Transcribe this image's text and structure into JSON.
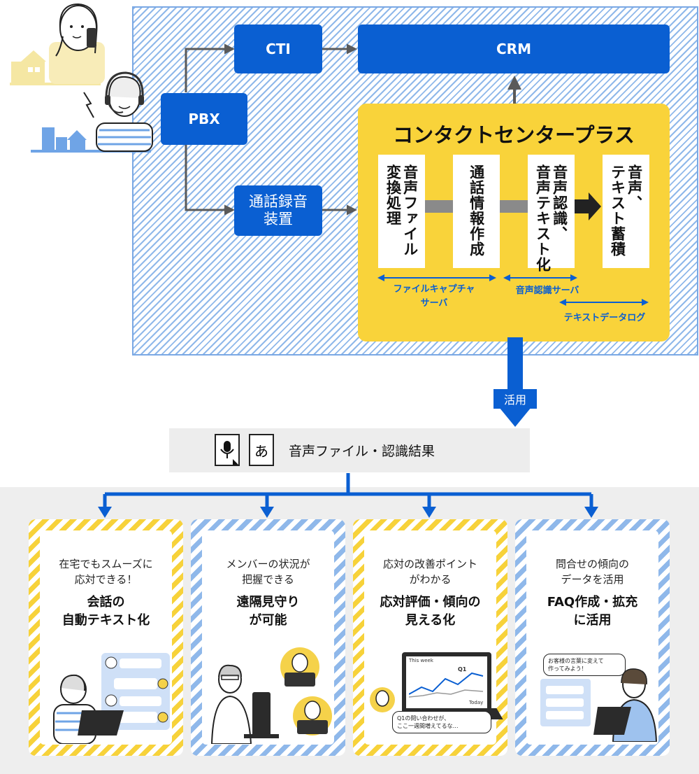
{
  "system": {
    "cti_label": "CTI",
    "crm_label": "CRM",
    "pbx_label": "PBX",
    "recorder_label_line1": "通話録音",
    "recorder_label_line2": "装置"
  },
  "product": {
    "title": "コンタクトセンタープラス",
    "steps": [
      {
        "label": "音声ファイル\n変換処理"
      },
      {
        "label": "通話情報作成"
      },
      {
        "label": "音声認識、\n音声テキスト化"
      },
      {
        "label": "音声、\nテキスト蓄積"
      }
    ],
    "servers": [
      {
        "label": "ファイルキャプチャ\nサーバ"
      },
      {
        "label": "音声認識サーバ"
      },
      {
        "label": "テキストデータログ"
      }
    ]
  },
  "utilize_label": "活用",
  "results_bar": {
    "mic_icon": "mic-icon",
    "text_icon_char": "あ",
    "label": "音声ファイル・認識結果"
  },
  "cards": [
    {
      "subtitle": "在宅でもスムーズに\n応対できる！",
      "title": "会話の\n自動テキスト化",
      "color": "yellow"
    },
    {
      "subtitle": "メンバーの状況が\n把握できる",
      "title": "遠隔見守り\nが可能",
      "color": "blue"
    },
    {
      "subtitle": "応対の改善ポイント\nがわかる",
      "title": "応対評価・傾向の\n見える化",
      "color": "yellow",
      "illustration": {
        "chart_header": "This week",
        "chart_footer": "Today",
        "chart_tag": "Q1",
        "bubble": "Q1の問い合わせが、\nここ一週間増えてるな…"
      }
    },
    {
      "subtitle": "問合せの傾向の\nデータを活用",
      "title": "FAQ作成・拡充\nに活用",
      "color": "blue",
      "illustration": {
        "bubble": "お客様の言葉に変えて\n作ってみよう！"
      }
    }
  ],
  "colors": {
    "accent_blue": "#0a5fd2",
    "product_yellow": "#f9d33a",
    "hatch_blue": "#8fb8ea",
    "bottom_bg": "#eeeeee"
  }
}
